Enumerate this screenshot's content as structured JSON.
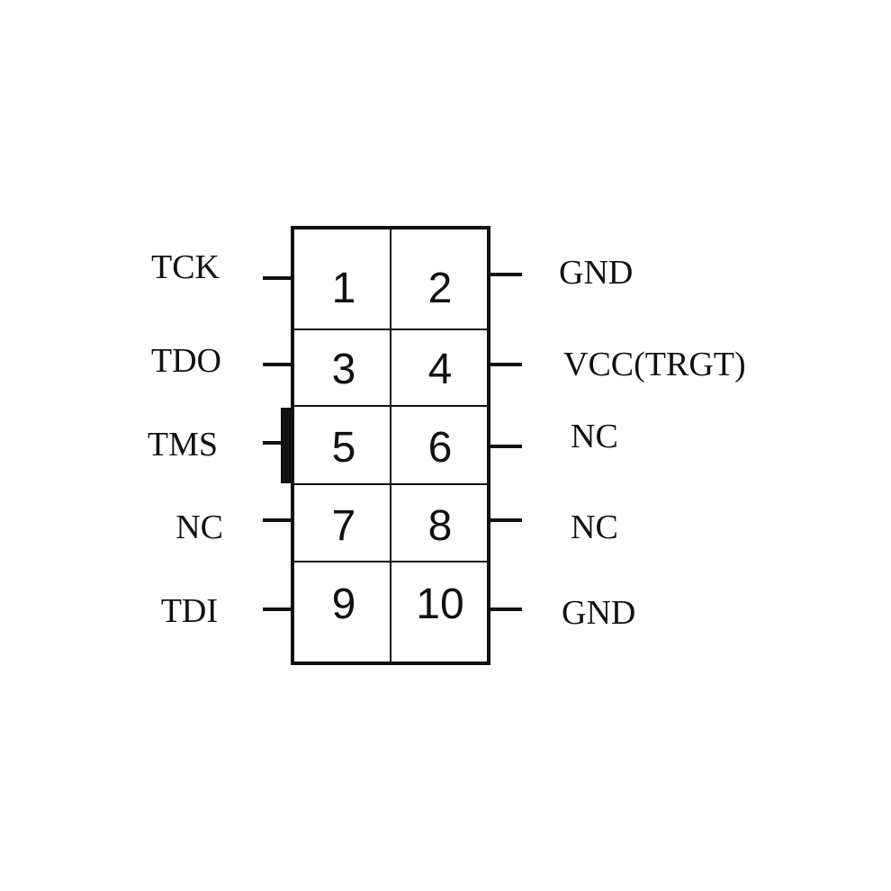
{
  "pins": [
    {
      "number": "1",
      "signal": "TCK"
    },
    {
      "number": "2",
      "signal": "GND"
    },
    {
      "number": "3",
      "signal": "TDO"
    },
    {
      "number": "4",
      "signal": "VCC(TRGT)"
    },
    {
      "number": "5",
      "signal": "TMS"
    },
    {
      "number": "6",
      "signal": "NC"
    },
    {
      "number": "7",
      "signal": "NC"
    },
    {
      "number": "8",
      "signal": "NC"
    },
    {
      "number": "9",
      "signal": "TDI"
    },
    {
      "number": "10",
      "signal": "GND"
    }
  ]
}
